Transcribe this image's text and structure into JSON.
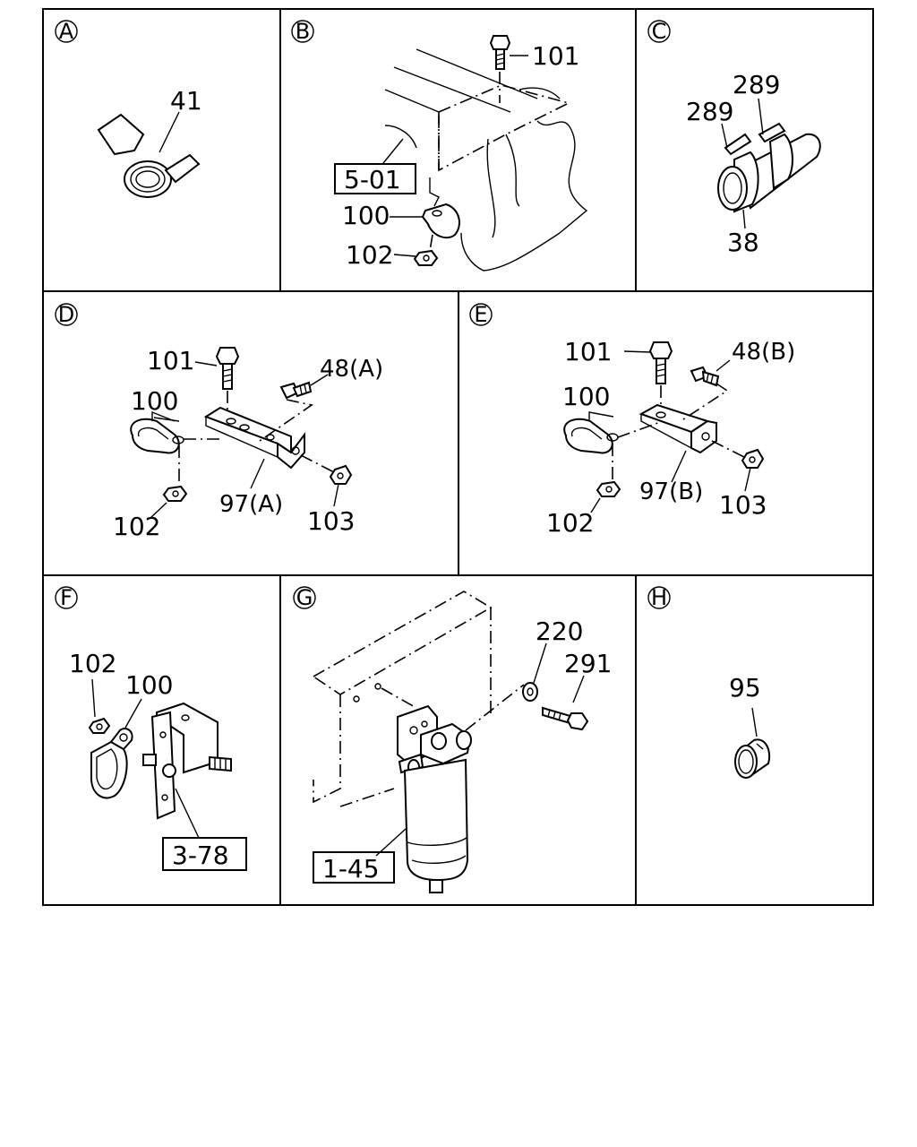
{
  "panels": [
    {
      "letter": "A",
      "parts": [
        "41"
      ]
    },
    {
      "letter": "B",
      "parts": [
        "101",
        "5-01",
        "100",
        "102"
      ]
    },
    {
      "letter": "C",
      "parts": [
        "289",
        "289",
        "38"
      ]
    },
    {
      "letter": "D",
      "parts": [
        "101",
        "48(A)",
        "100",
        "97(A)",
        "102",
        "103"
      ]
    },
    {
      "letter": "E",
      "parts": [
        "101",
        "48(B)",
        "100",
        "97(B)",
        "102",
        "103"
      ]
    },
    {
      "letter": "F",
      "parts": [
        "102",
        "100",
        "3-78"
      ]
    },
    {
      "letter": "G",
      "parts": [
        "220",
        "291",
        "1-45"
      ]
    },
    {
      "letter": "H",
      "parts": [
        "95"
      ]
    }
  ]
}
